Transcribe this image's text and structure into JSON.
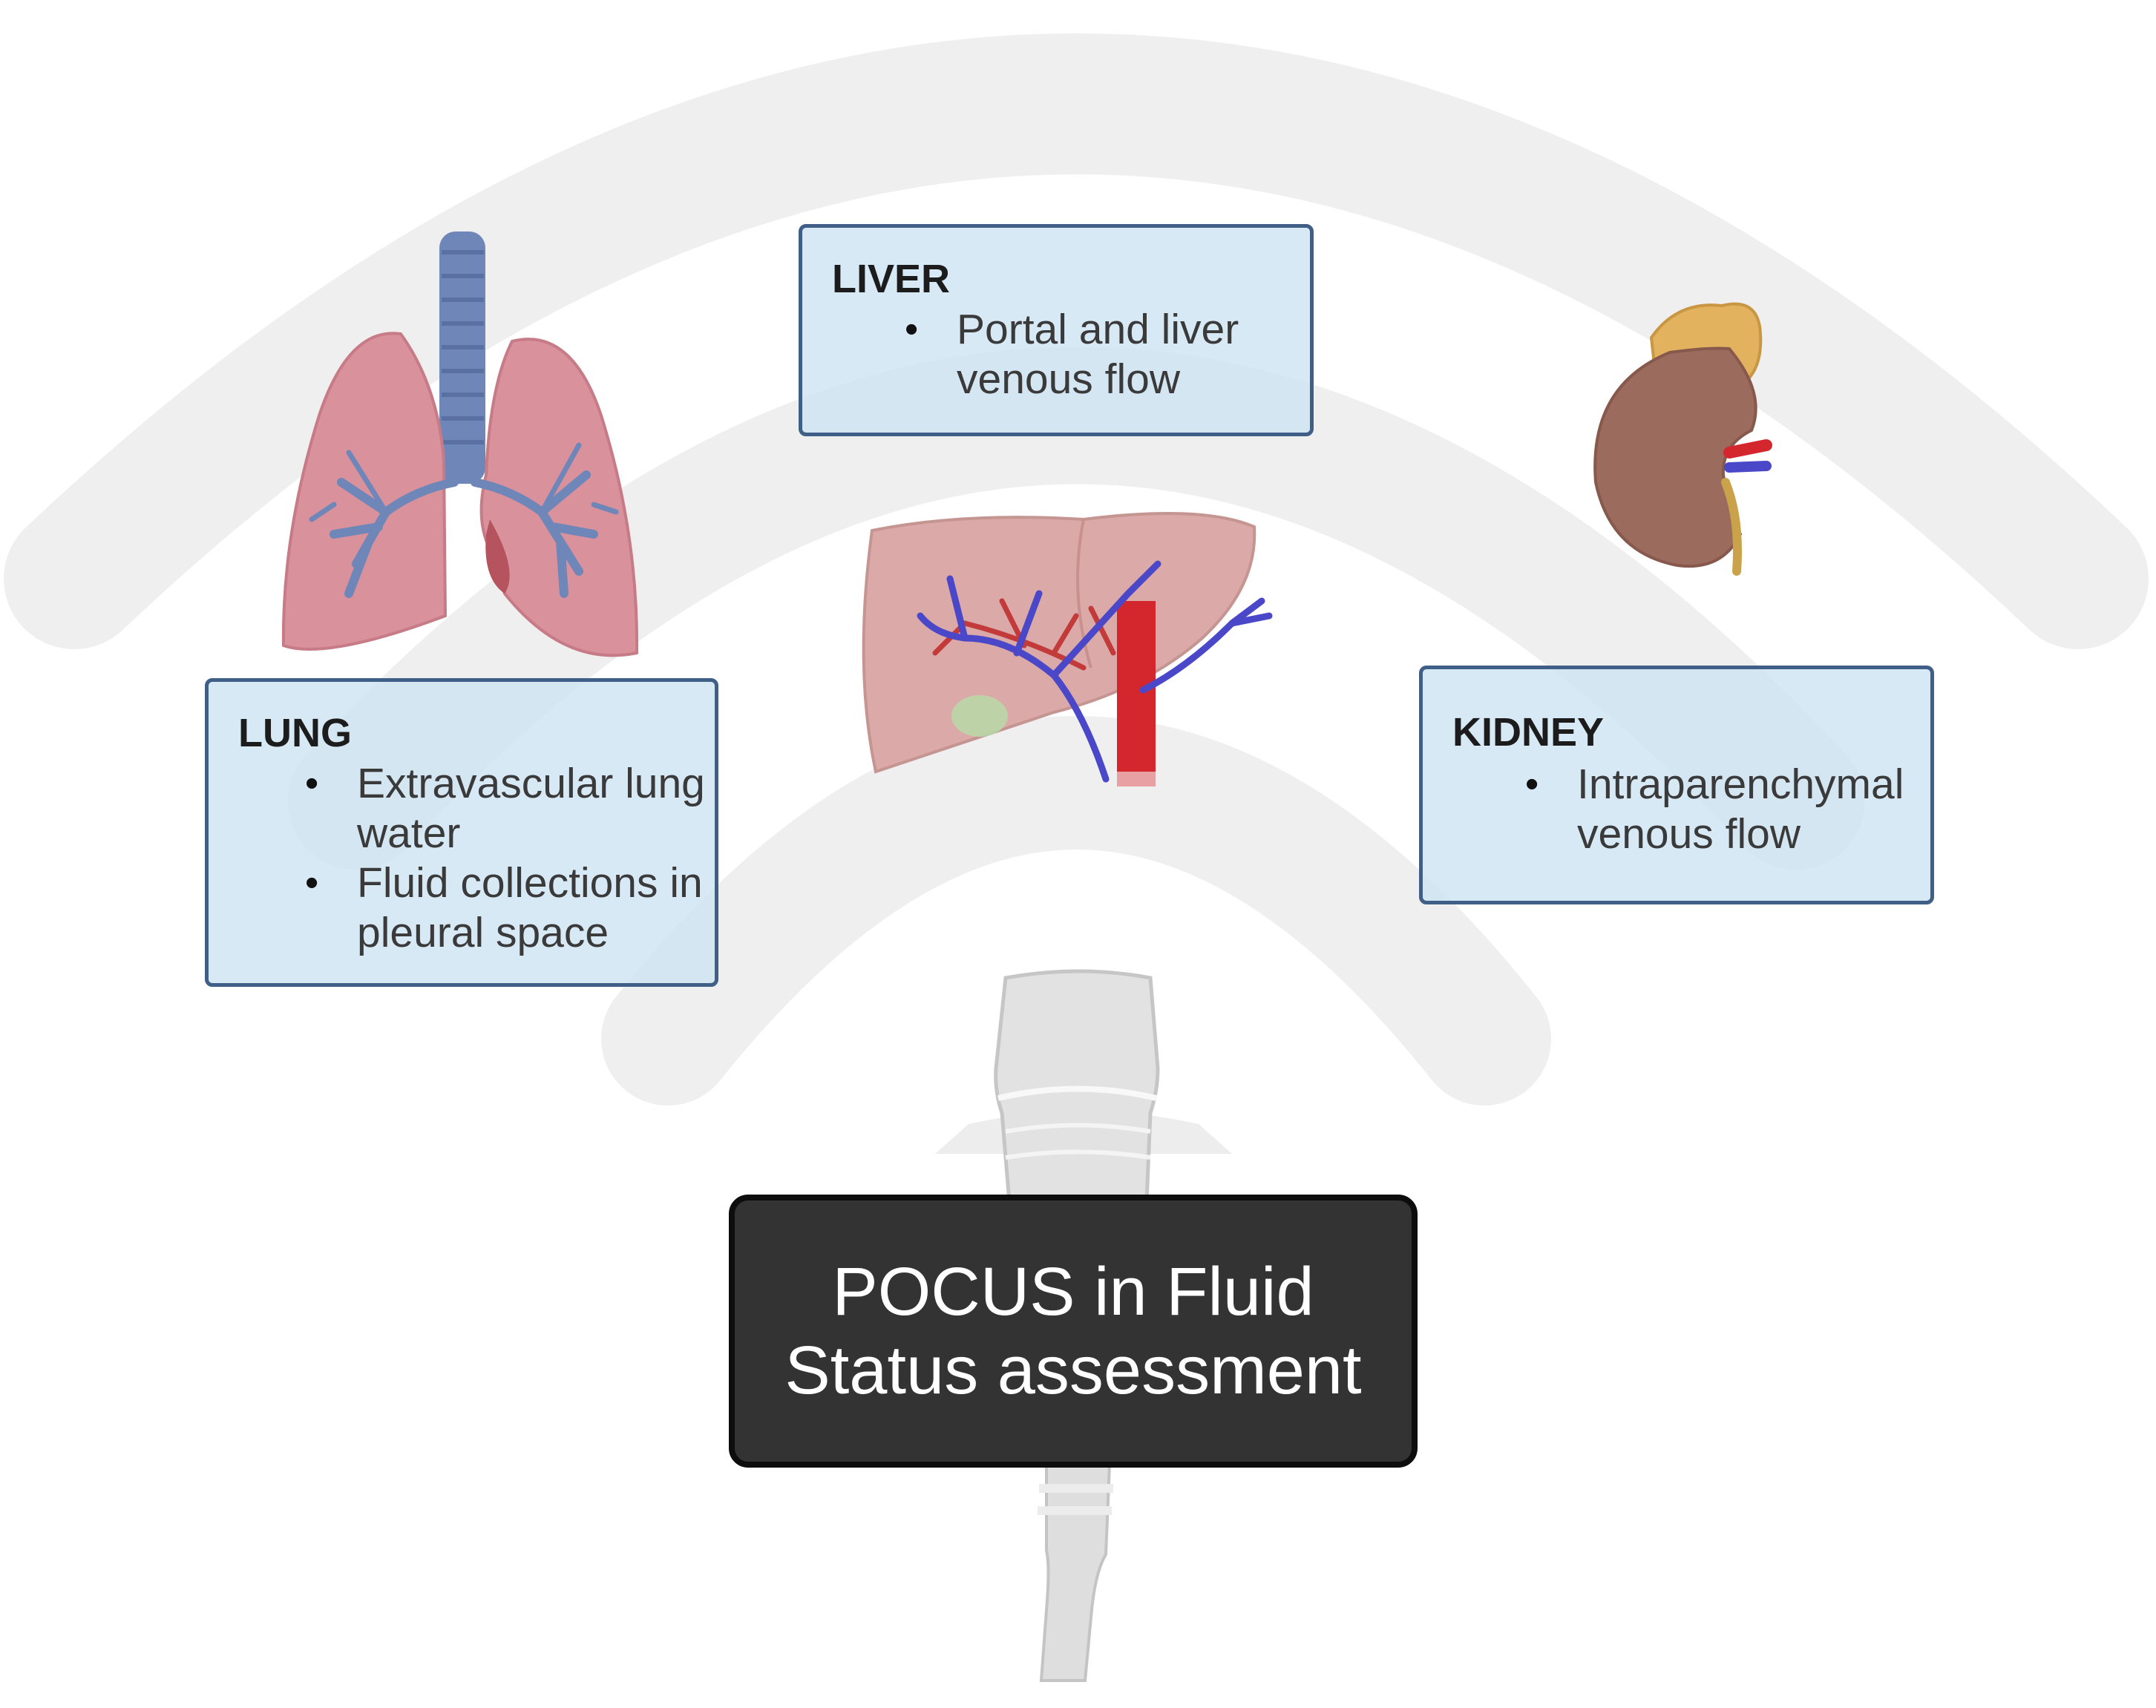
{
  "main_label": "POCUS in Fluid Status assessment",
  "organs": {
    "lung": {
      "title": "LUNG",
      "items": [
        "Extravascular lung water",
        "Fluid collections in pleural space"
      ]
    },
    "liver": {
      "title": "LIVER",
      "items": [
        "Portal and liver venous flow"
      ]
    },
    "kidney": {
      "title": "KIDNEY",
      "items": [
        "Intraparenchymal venous flow"
      ]
    }
  },
  "colors": {
    "wave": "#efefef",
    "box_fill": "#d0e4f4",
    "box_border": "#3f5f86",
    "label_fill": "#333333",
    "lung": "#d9919b",
    "bronchi": "#6f86b8",
    "liver": "#dba9a7",
    "kidney": "#9b6b5e",
    "adrenal": "#e2b25f",
    "artery": "#d4262d",
    "vein": "#4a48c8"
  }
}
